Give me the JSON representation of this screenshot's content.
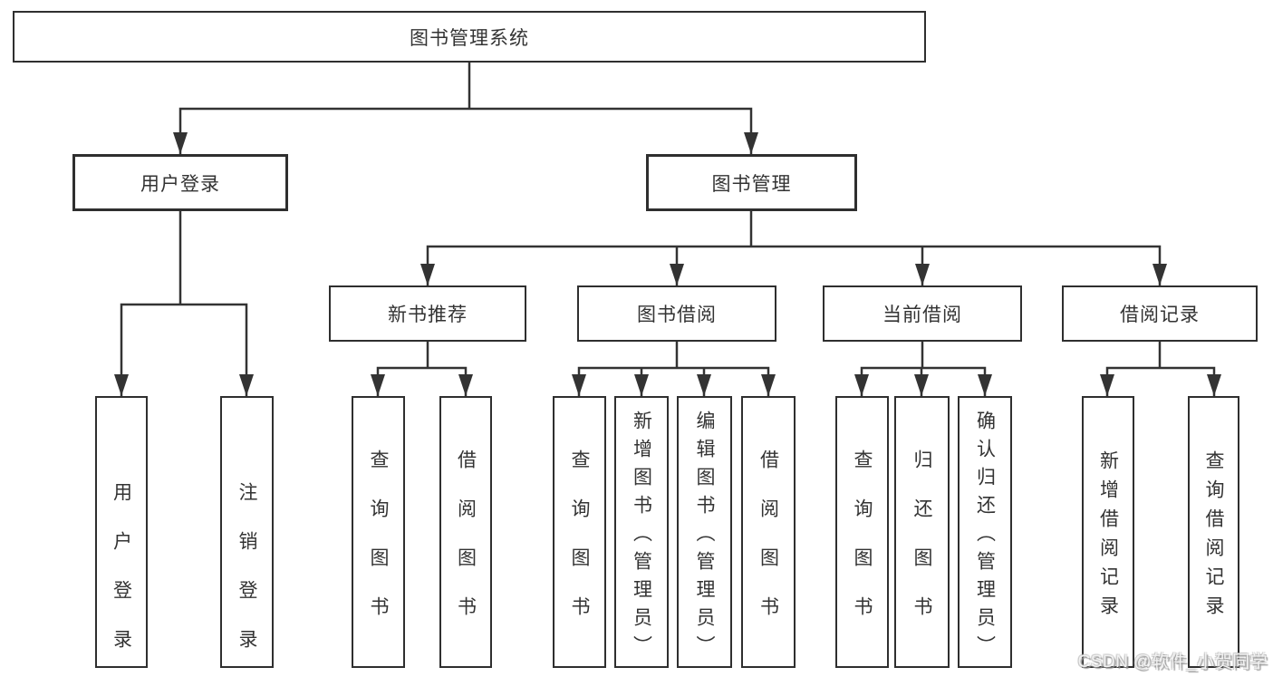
{
  "colors": {
    "background": "#ffffff",
    "line": "#333333",
    "box_border": "#2f2f2f",
    "text": "#333333",
    "watermark_fill": "#f2f2f2",
    "watermark_shadow": "#969696"
  },
  "diagram": {
    "title": "图书管理系统",
    "root": {
      "label": "图书管理系统"
    },
    "level2": [
      {
        "label": "用户登录"
      },
      {
        "label": "图书管理"
      }
    ],
    "level3": [
      {
        "label": "新书推荐",
        "parent": "图书管理"
      },
      {
        "label": "图书借阅",
        "parent": "图书管理"
      },
      {
        "label": "当前借阅",
        "parent": "图书管理"
      },
      {
        "label": "借阅记录",
        "parent": "图书管理"
      }
    ],
    "leaves": [
      {
        "label": "用户登录",
        "parent": "用户登录"
      },
      {
        "label": "注销登录",
        "parent": "用户登录"
      },
      {
        "label": "查询图书",
        "parent": "新书推荐"
      },
      {
        "label": "借阅图书",
        "parent": "新书推荐"
      },
      {
        "label": "查询图书",
        "parent": "图书借阅"
      },
      {
        "label": "新增图书（管理员）",
        "parent": "图书借阅"
      },
      {
        "label": "编辑图书（管理员）",
        "parent": "图书借阅"
      },
      {
        "label": "借阅图书",
        "parent": "图书借阅"
      },
      {
        "label": "查询图书",
        "parent": "当前借阅"
      },
      {
        "label": "归还图书",
        "parent": "当前借阅"
      },
      {
        "label": "确认归还（管理员）",
        "parent": "当前借阅"
      },
      {
        "label": "新增借阅记录",
        "parent": "借阅记录"
      },
      {
        "label": "查询借阅记录",
        "parent": "借阅记录"
      }
    ]
  },
  "watermark": {
    "text": "CSDN @软件_小贺同学"
  }
}
